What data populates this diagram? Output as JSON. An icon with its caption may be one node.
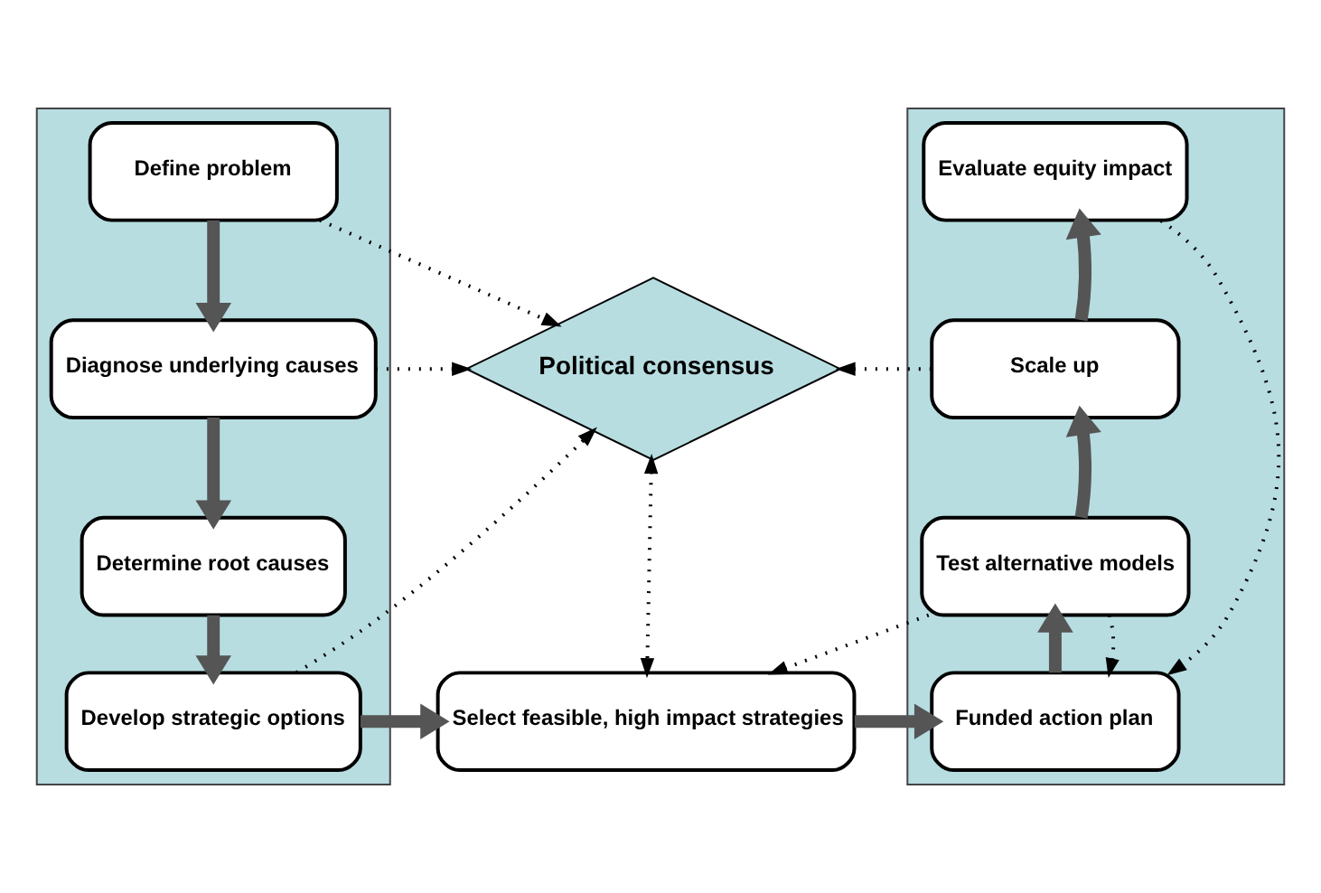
{
  "diagram": {
    "nodes": [
      {
        "text": [],
        "shape": "box"
      },
      {
        "text": [
          "Define problem"
        ],
        "in": 0
      },
      {
        "text": [
          "Diagnose underlying causes"
        ],
        "in": 0
      },
      {
        "text": [
          "Determine root causes"
        ],
        "in": 0
      },
      {
        "text": [
          "Develop strategic options"
        ],
        "in": 0
      },
      {
        "text": [
          "Political consensus"
        ]
      },
      {
        "text": [
          "Select feasible, high impact strategies"
        ]
      },
      {
        "text": [],
        "shape": "box"
      },
      {
        "text": [
          "Evaluate equity impact"
        ],
        "in": 7
      },
      {
        "text": [
          "Scale up"
        ],
        "in": 7
      },
      {
        "text": [
          "Test alternative models"
        ],
        "in": 7
      },
      {
        "text": [
          "Funded action plan"
        ],
        "in": 7
      }
    ],
    "edges": [
      {
        "from": 1,
        "to": 2,
        "arrow": "to",
        "style": "thick"
      },
      {
        "from": 2,
        "to": 3,
        "arrow": "to",
        "style": "thick"
      },
      {
        "from": 3,
        "to": 4,
        "arrow": "to",
        "style": "thick"
      },
      {
        "from": 4,
        "to": 6,
        "arrow": "to",
        "style": "thick"
      },
      {
        "from": 6,
        "to": 11,
        "arrow": "to",
        "style": "thick"
      },
      {
        "from": 11,
        "to": 10,
        "arrow": "to",
        "style": "thick"
      },
      {
        "from": 10,
        "to": 9,
        "arrow": "to",
        "style": "thick"
      },
      {
        "from": 9,
        "to": 8,
        "arrow": "to",
        "style": "thick"
      },
      {
        "from": 1,
        "to": 5,
        "arrow": "to",
        "style": "dashed"
      },
      {
        "from": 2,
        "to": 5,
        "arrow": "to",
        "style": "dashed"
      },
      {
        "from": 4,
        "to": 5,
        "arrow": "to",
        "style": "dashed"
      },
      {
        "from": 9,
        "to": 5,
        "arrow": "to",
        "style": "dashed"
      },
      {
        "from": 5,
        "to": 6,
        "arrow": "both",
        "style": "dashed"
      },
      {
        "from": 10,
        "to": 6,
        "arrow": "to",
        "style": "dashed"
      },
      {
        "from": 10,
        "to": 11,
        "arrow": "to",
        "style": "dashed"
      },
      {
        "from": 8,
        "to": 11,
        "arrow": "to",
        "style": "dashed"
      }
    ]
  }
}
